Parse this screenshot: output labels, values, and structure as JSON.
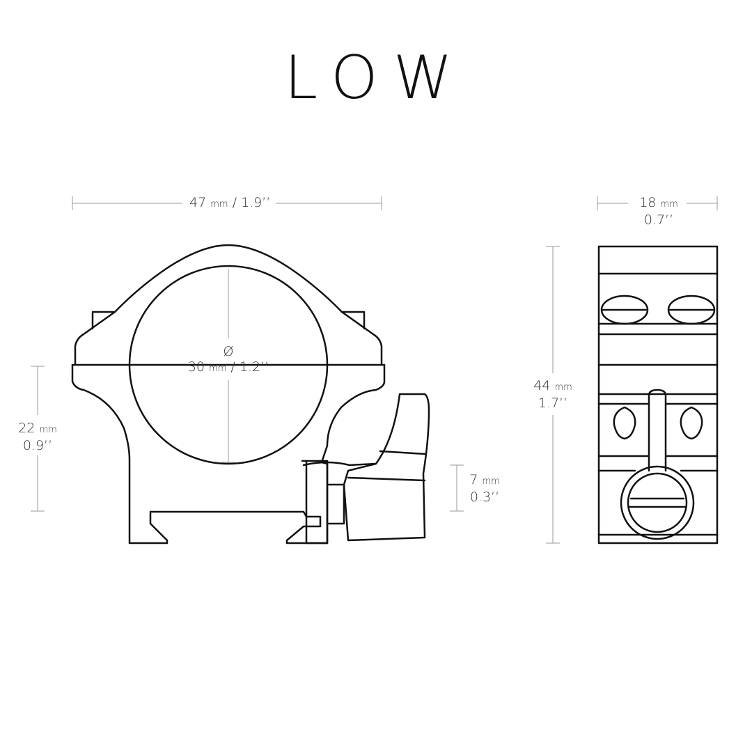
{
  "title": "LOW",
  "dimensions": {
    "width": {
      "value": "47",
      "unit": "mm",
      "imperial": "/ 1.9’’"
    },
    "tube": {
      "symbol": "Ø",
      "value": "30",
      "unit": "mm",
      "imperial": "/ 1.2’’"
    },
    "base_height": {
      "value": "22",
      "unit": "mm",
      "imperial": "0.9’’"
    },
    "lever_height": {
      "value": "7",
      "unit": "mm",
      "imperial": "0.3’’"
    },
    "depth": {
      "value": "18",
      "unit": "mm",
      "imperial": "0.7’’"
    },
    "total_height": {
      "value": "44",
      "unit": "mm",
      "imperial": "1.7’’"
    }
  }
}
